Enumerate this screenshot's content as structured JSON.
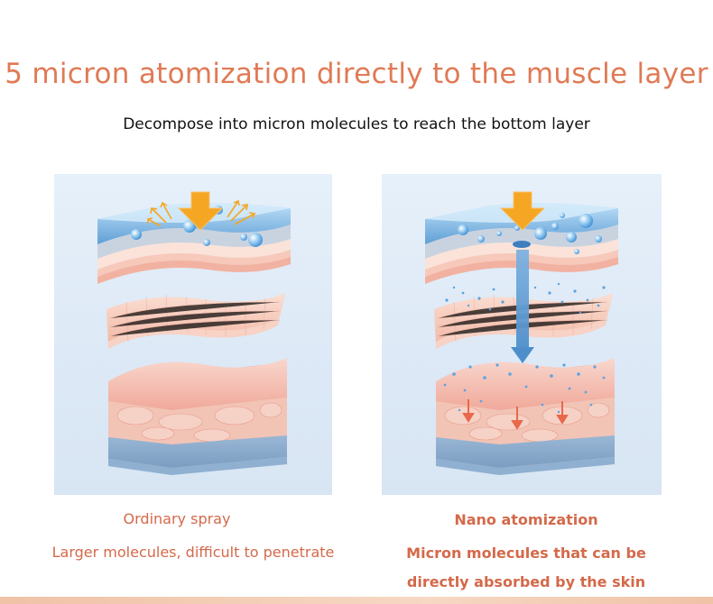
{
  "header": {
    "title": "5 micron atomization directly to the muscle layer",
    "subtitle": "Decompose into micron molecules to reach the bottom layer"
  },
  "left_panel": {
    "caption": "Ordinary spray",
    "description": "Larger molecules, difficult to penetrate",
    "icons": [
      "down-arrow-icon",
      "reflect-arrows-icon",
      "droplet-icon",
      "skin-layers-illustration"
    ]
  },
  "right_panel": {
    "caption": "Nano atomization",
    "description_line1": "Micron molecules that can be",
    "description_line2": "directly absorbed by the skin",
    "icons": [
      "down-arrow-icon",
      "penetration-arrow-icon",
      "droplet-icon",
      "skin-layers-illustration"
    ]
  },
  "colors": {
    "title": "#e07a55",
    "caption": "#d4694a",
    "arrow": "#f5a623",
    "panel_bg": "#e6f0fa",
    "water": "#4f9ad8",
    "skin": "#f4c3b2"
  }
}
